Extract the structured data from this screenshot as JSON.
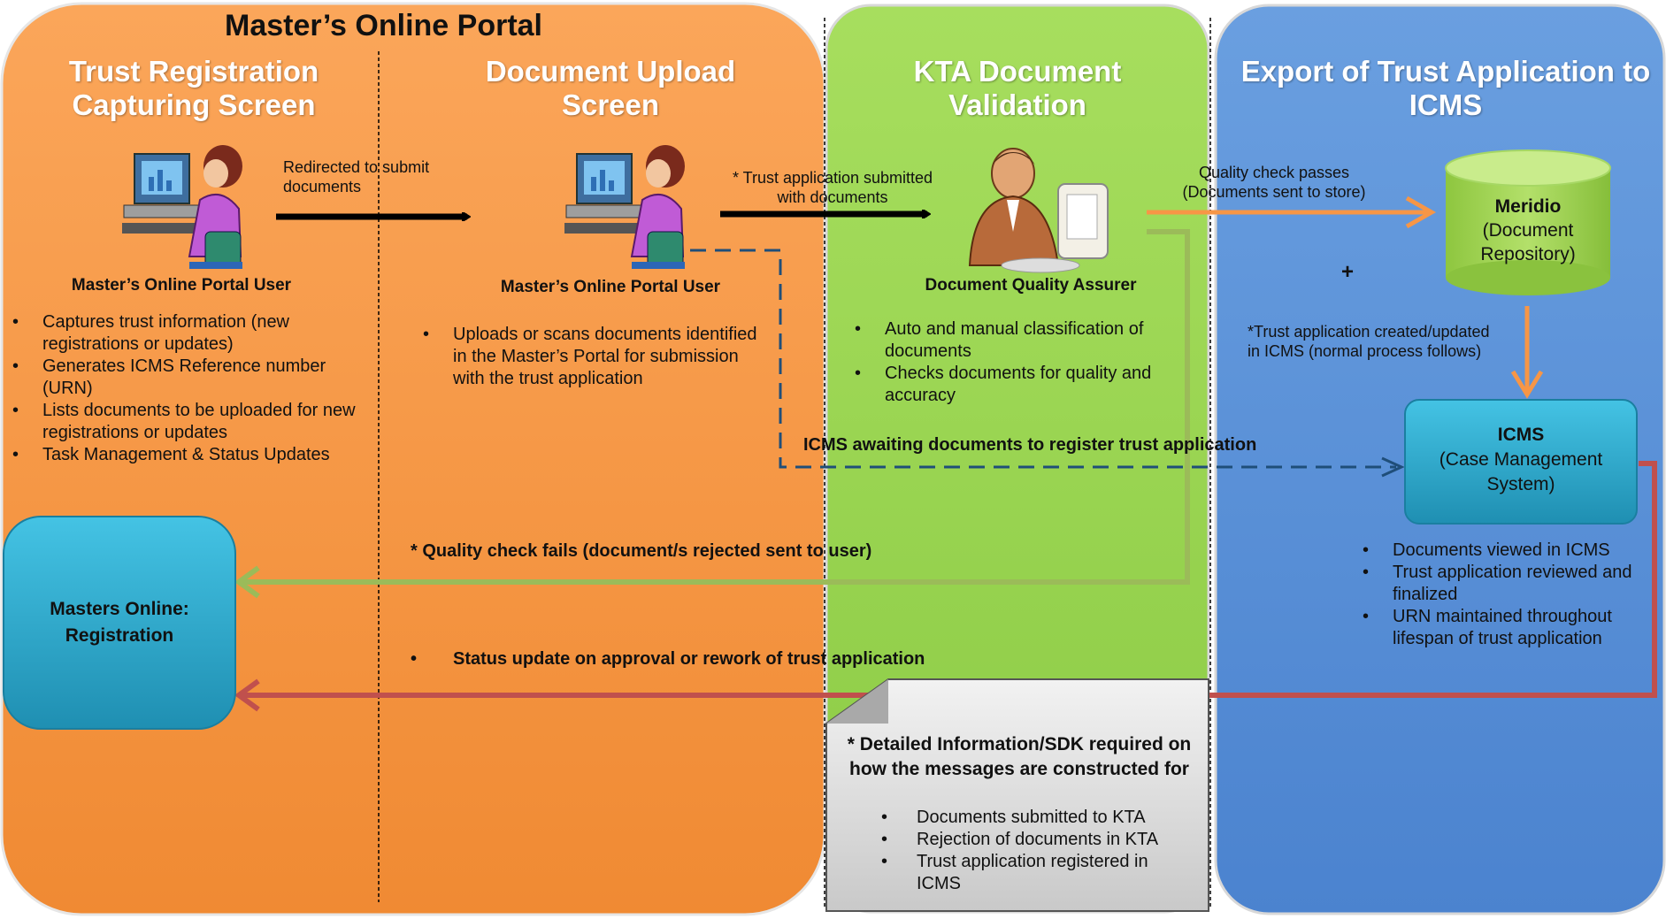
{
  "portal_title": "Master’s Online Portal",
  "lanes": [
    {
      "title": "Trust Registration Capturing Screen",
      "line1": "Trust Registration",
      "line2": "Capturing Screen"
    },
    {
      "title": "Document Upload Screen",
      "line1": "Document Upload",
      "line2": "Screen"
    },
    {
      "title": "KTA Document Validation",
      "line1": "KTA Document",
      "line2": "Validation"
    },
    {
      "title": "Export of Trust Application to ICMS",
      "line1": "Export of Trust Application to",
      "line2": "ICMS"
    }
  ],
  "actors": {
    "portal_user_1": "Master’s Online Portal User",
    "portal_user_2": "Master’s Online Portal User",
    "quality_assurer": "Document Quality Assurer"
  },
  "flows": {
    "redirect": {
      "line1": "Redirected to submit",
      "line2": "documents"
    },
    "submitted": {
      "line1": "* Trust application submitted",
      "line2": "with documents"
    },
    "quality_pass": {
      "line1": "Quality check passes",
      "line2": "(Documents sent to store)"
    },
    "plus": "+",
    "created_updated": {
      "line1": "*Trust application created/updated",
      "line2": "in ICMS (normal process follows)"
    },
    "awaiting": "ICMS awaiting documents to register trust application",
    "quality_fail": "* Quality check fails (document/s rejected sent to user)",
    "status_update": "Status update on approval or rework of trust application"
  },
  "lists": {
    "registration": [
      "Captures trust information (new registrations or updates)",
      "Generates ICMS Reference number (URN)",
      "Lists documents to be uploaded for new registrations or updates",
      "Task Management & Status Updates"
    ],
    "upload": [
      "Uploads or scans documents identified in the Master’s Portal for submission with the trust application"
    ],
    "kta": [
      "Auto and manual classification of documents",
      "Checks documents for quality and accuracy"
    ],
    "icms": [
      "Documents viewed in ICMS",
      "Trust application reviewed and finalized",
      "URN maintained throughout lifespan of trust application"
    ]
  },
  "boxes": {
    "meridio": {
      "name": "Meridio",
      "line1": "(Document",
      "line2": "Repository)"
    },
    "icms": {
      "name": "ICMS",
      "line1": "(Case Management",
      "line2": "System)"
    },
    "masters_online": {
      "line1": "Masters Online:",
      "line2": "Registration"
    }
  },
  "note": {
    "line1": "* Detailed Information/SDK required on",
    "line2": "how the messages are constructed for",
    "items": [
      "Documents submitted to KTA",
      "Rejection of documents in KTA",
      "Trust application registered in ICMS"
    ]
  },
  "colors": {
    "orange": "#F79646",
    "green": "#92D050",
    "blue": "#558ED5",
    "teal": "#31B0D0",
    "dashed_blue": "#1F4E79",
    "red_arrow": "#C0504D",
    "green_arrow": "#9BBB59",
    "orange_arrow": "#F79646"
  }
}
